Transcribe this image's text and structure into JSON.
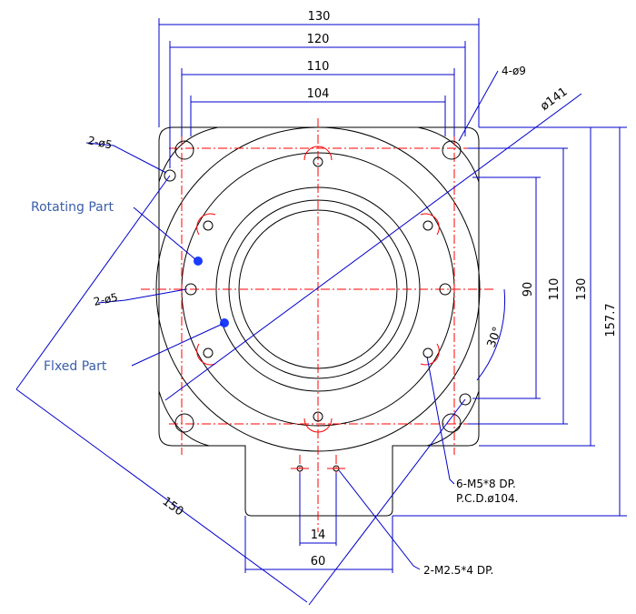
{
  "dimensions": {
    "w130": "130",
    "w120": "120",
    "w110": "110",
    "w104": "104",
    "h90": "90",
    "h110": "110",
    "h130": "130",
    "h157": "157.7",
    "d141": "ø141",
    "diag150": "150",
    "w14": "14",
    "w60": "60",
    "angle": "30°"
  },
  "notes": {
    "corner_holes": "4-ø9",
    "top_left_holes": "2-ø5",
    "left_holes": "2-ø5",
    "tapped_holes_line1": "6-M5*8 DP.",
    "tapped_holes_line2": "P.C.D.ø104.",
    "small_tapped": "2-M2.5*4 DP."
  },
  "labels": {
    "rotating": "Rotating Part",
    "fixed": "Flxed Part"
  },
  "colors": {
    "outline": "#000000",
    "dimension": "#0000cc",
    "centerline": "#ff0000",
    "part_label": "#3a5ea8",
    "part_marker": "#1a3cff"
  }
}
